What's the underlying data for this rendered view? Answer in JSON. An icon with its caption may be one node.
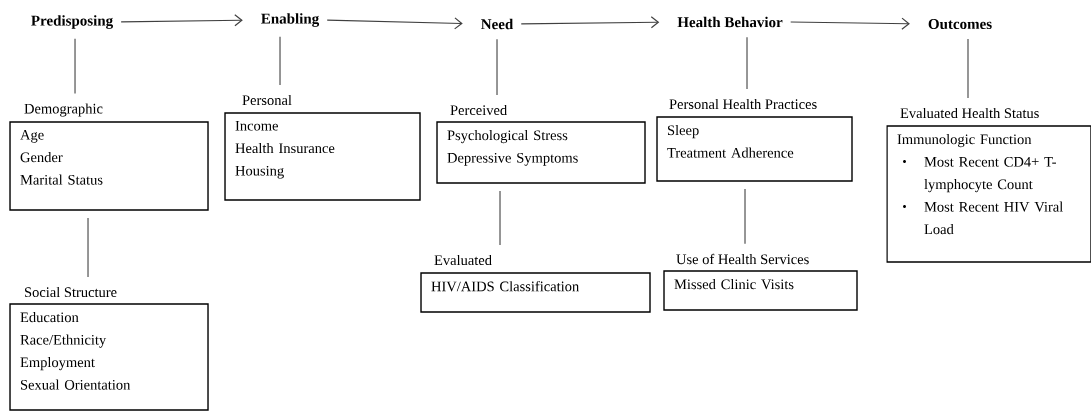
{
  "diagram": {
    "nodes": [
      {
        "text": [
          "Predisposing"
        ]
      },
      {
        "text": [
          "Enabling"
        ]
      },
      {
        "text": [
          "Need"
        ]
      },
      {
        "text": [
          "Health Behavior"
        ]
      },
      {
        "text": [
          "Outcomes"
        ]
      },
      {
        "text": [
          "Demographic",
          "Age",
          "Gender",
          "Marital Status"
        ]
      },
      {
        "text": [
          "Social Structure",
          "Education",
          "Race/Ethnicity",
          "Employment",
          "Sexual Orientation"
        ]
      },
      {
        "text": [
          "Personal",
          "Income",
          "Health Insurance",
          "Housing"
        ]
      },
      {
        "text": [
          "Perceived",
          "Psychological Stress",
          "Depressive Symptoms"
        ]
      },
      {
        "text": [
          "Evaluated",
          "HIV/AIDS Classification"
        ]
      },
      {
        "text": [
          "Personal Health Practices",
          "Sleep",
          "Treatment Adherence"
        ]
      },
      {
        "text": [
          "Use of Health Services",
          "Missed Clinic Visits"
        ]
      },
      {
        "text": [
          "Evaluated Health Status",
          "Immunologic Function",
          "Most Recent CD4+ T-lymphocyte Count",
          "Most Recent HIV Viral Load"
        ]
      }
    ],
    "edges": [
      {
        "from": 0,
        "to": 1,
        "arrow": "to"
      },
      {
        "from": 1,
        "to": 2,
        "arrow": "to"
      },
      {
        "from": 2,
        "to": 3,
        "arrow": "to"
      },
      {
        "from": 3,
        "to": 4,
        "arrow": "to"
      },
      {
        "from": 0,
        "to": 5,
        "arrow": "none"
      },
      {
        "from": 5,
        "to": 6,
        "arrow": "none"
      },
      {
        "from": 1,
        "to": 7,
        "arrow": "none"
      },
      {
        "from": 2,
        "to": 8,
        "arrow": "none"
      },
      {
        "from": 8,
        "to": 9,
        "arrow": "none"
      },
      {
        "from": 3,
        "to": 10,
        "arrow": "none"
      },
      {
        "from": 10,
        "to": 11,
        "arrow": "none"
      },
      {
        "from": 4,
        "to": 12,
        "arrow": "none"
      }
    ]
  }
}
